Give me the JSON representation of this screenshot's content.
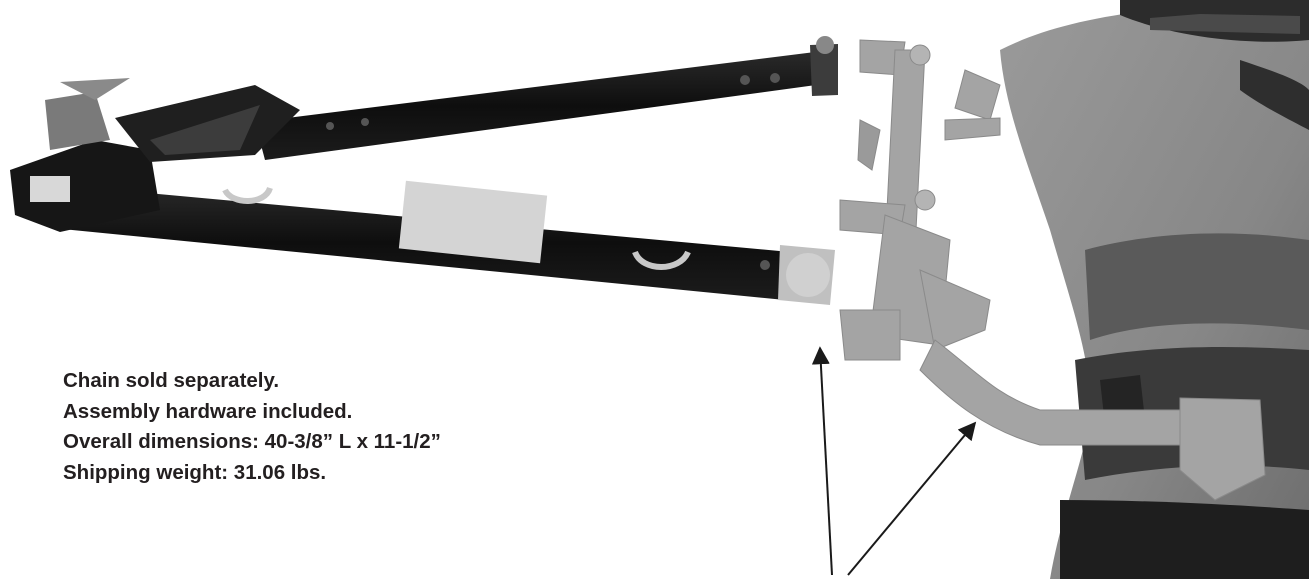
{
  "notes": [
    "Chain sold separately.",
    "Assembly hardware included.",
    "Overall dimensions: 40-3/8” L x 11-1/2”",
    "Shipping weight: 31.06 lbs."
  ],
  "colors": {
    "text": "#231f20",
    "tow_bar": "#141414",
    "bracket": "#a4a4a4",
    "vehicle": "#8e8e8e",
    "vehicle_dark": "#3a3a3a",
    "callout_arrow": "#1a1a1a"
  },
  "icons": {
    "product": "tow-bar-photo",
    "vehicle": "vehicle-front-photo",
    "pointers": "callout-arrow-icon"
  }
}
